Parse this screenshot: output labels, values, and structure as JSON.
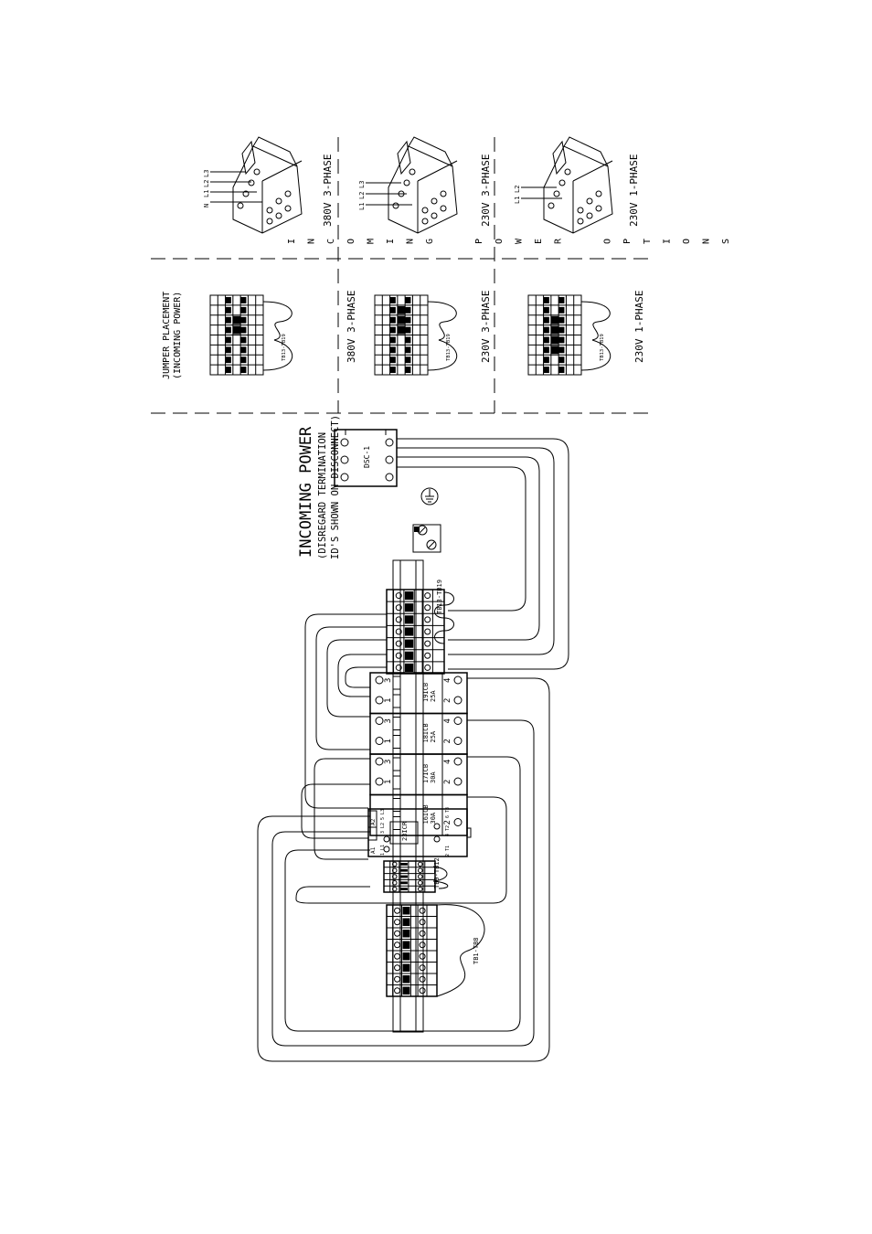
{
  "header": {
    "jumper_title": [
      "JUMPER PLACEMENT",
      "(INCOMING POWER)"
    ],
    "options_vertical": [
      "INCOMING",
      "POWER",
      "OPTIONS"
    ]
  },
  "options": [
    {
      "caption": "380V 3-PHASE",
      "lines": [
        "L3",
        "L2",
        "L1",
        "N"
      ]
    },
    {
      "caption": "230V 3-PHASE",
      "lines": [
        "L3",
        "L2",
        "L1"
      ]
    },
    {
      "caption": "230V 1-PHASE",
      "lines": [
        "L2",
        "L1"
      ]
    }
  ],
  "jumpers": [
    {
      "caption": "380V 3-PHASE",
      "tb_label": "TB13-TB19"
    },
    {
      "caption": "230V 3-PHASE",
      "tb_label": "TB13-TB19"
    },
    {
      "caption": "230V 1-PHASE",
      "tb_label": "TB13-TB19"
    }
  ],
  "incoming": {
    "title": "INCOMING POWER",
    "subtitle": [
      "(DISREGARD TERMINATION",
      "ID'S SHOWN ON DISCONNECT)"
    ],
    "disconnect_label": "DSC-1"
  },
  "terminal_blocks": {
    "top": "TB13-TB19",
    "middle": "TB9-TB12",
    "bottom": "TB1-TB8"
  },
  "breakers": [
    {
      "label": "19ICB",
      "rating": "25A",
      "in_terms": [
        "3",
        "1"
      ],
      "out_terms": [
        "4",
        "2"
      ]
    },
    {
      "label": "18ICB",
      "rating": "25A",
      "in_terms": [
        "3",
        "1"
      ],
      "out_terms": [
        "4",
        "2"
      ]
    },
    {
      "label": "17ICB",
      "rating": "30A",
      "in_terms": [
        "3",
        "1"
      ],
      "out_terms": [
        "4",
        "2"
      ]
    },
    {
      "label": "16ICB",
      "rating": "30A",
      "in_terms": [],
      "out_terms": [
        "2"
      ]
    }
  ],
  "contactor": {
    "label": "23ICR",
    "top_terms": [
      "A1",
      "A2"
    ],
    "left_terms": [
      "3 L2",
      "1 L1",
      "5 L3"
    ],
    "right_terms": [
      "6 T3",
      "4 T2",
      "2 T1"
    ]
  }
}
